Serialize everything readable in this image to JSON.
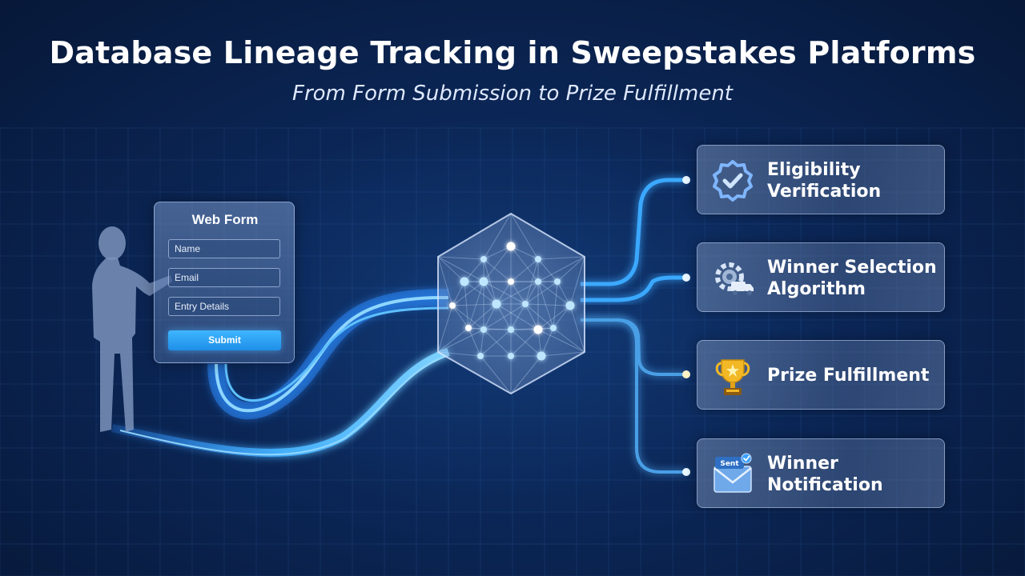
{
  "title": "Database Lineage Tracking in Sweepstakes Platforms",
  "subtitle": "From Form Submission to Prize Fulfillment",
  "web_form": {
    "title": "Web Form",
    "fields": [
      "Name",
      "Email",
      "Entry Details"
    ],
    "submit_label": "Submit"
  },
  "outputs": [
    {
      "label": "Eligibility\nVerification",
      "icon": "check-badge-icon"
    },
    {
      "label": "Winner Selection\nAlgorithm",
      "icon": "gear-truck-icon"
    },
    {
      "label": "Prize Fulfillment",
      "icon": "trophy-icon"
    },
    {
      "label": "Winner\nNotification",
      "icon": "sent-envelope-icon",
      "icon_text": "Sent"
    }
  ],
  "colors": {
    "background": "#0b2656",
    "flow": "#3aa8ff",
    "trophy": "#f2b825",
    "card": "#5c7aa8"
  }
}
